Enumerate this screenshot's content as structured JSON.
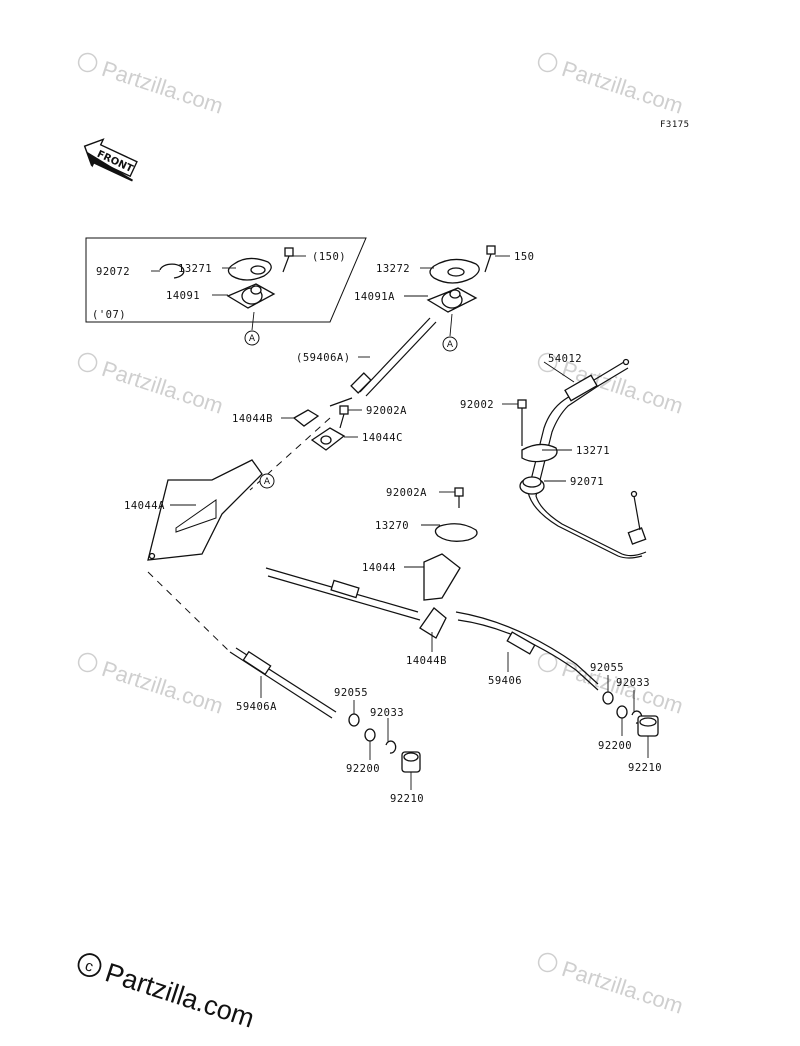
{
  "figure_code": "F3175",
  "front_label": "FRONT",
  "ref_mark": "A",
  "watermark": {
    "text": "Partzilla.com"
  },
  "brand": "Partzilla.com",
  "labels": {
    "p92072": "92072",
    "p13271_inset": "13271",
    "p14091": "14091",
    "p150_inset": "(150)",
    "model_year": "('07)",
    "p13272": "13272",
    "p14091A": "14091A",
    "p150": "150",
    "p59406A_upper": "(59406A)",
    "p14044B_upper": "14044B",
    "p92002A_upper": "92002A",
    "p14044C": "14044C",
    "p14044A": "14044A",
    "p92002A_middle": "92002A",
    "p13270": "13270",
    "p14044": "14044",
    "p14044B_lower": "14044B",
    "p59406": "59406",
    "p59406A_lower": "59406A",
    "p54012": "54012",
    "p92002": "92002",
    "p13271": "13271",
    "p92071": "92071",
    "p92055_left": "92055",
    "p92033_left": "92033",
    "p92200_left": "92200",
    "p92210_left": "92210",
    "p92055_right": "92055",
    "p92033_right": "92033",
    "p92200_right": "92200",
    "p92210_right": "92210"
  }
}
